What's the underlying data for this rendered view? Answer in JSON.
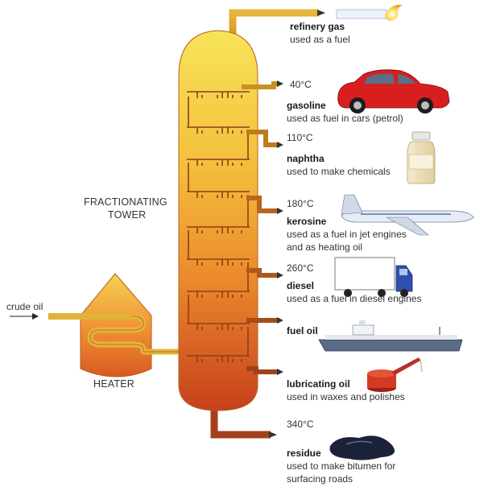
{
  "tower_title_line1": "FRACTIONATING",
  "tower_title_line2": "TOWER",
  "heater_label": "HEATER",
  "input_label": "crude oil",
  "fractions": [
    {
      "temp": "",
      "name": "refinery gas",
      "use": "used as a fuel",
      "icon": "lighter-flame-icon"
    },
    {
      "temp": "40°C",
      "name": "gasoline",
      "use": "used as fuel in cars (petrol)",
      "icon": "car-icon"
    },
    {
      "temp": "110°C",
      "name": "naphtha",
      "use": "used to make chemicals",
      "icon": "bottle-icon"
    },
    {
      "temp": "180°C",
      "name": "kerosine",
      "use": "used as a fuel in jet engines",
      "use2": "and as heating oil",
      "icon": "airplane-icon"
    },
    {
      "temp": "260°C",
      "name": "diesel",
      "use": "used as a fuel in diesel engines",
      "icon": "truck-icon"
    },
    {
      "temp": "",
      "name": "fuel oil",
      "use": "",
      "icon": "ship-icon"
    },
    {
      "temp": "",
      "name": "lubricating oil",
      "use": "used in waxes and polishes",
      "icon": "oil-can-icon"
    },
    {
      "temp": "340°C",
      "name": "residue",
      "use": "used to make bitumen for",
      "use2": "surfacing roads",
      "icon": "bitumen-puddle-icon"
    }
  ],
  "colors": {
    "pipe": "#9a4a1a",
    "tower_top": "#f7df4e",
    "tower_mid": "#f0a43a",
    "tower_bottom": "#c8401c",
    "car": "#d81e1e"
  }
}
